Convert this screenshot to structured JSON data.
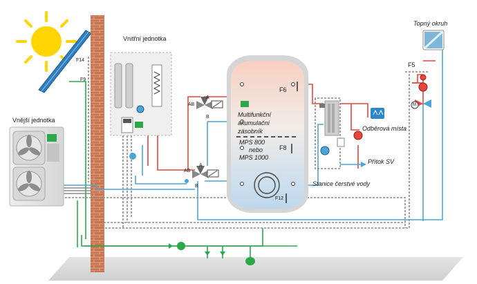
{
  "labels": {
    "outdoor_unit": "Vnější jednotka",
    "indoor_unit": "Vnitřní jednotka",
    "heating_circuit": "Topný okruh",
    "tank_desc_1": "Multifunkční",
    "tank_desc_2": "akumulační",
    "tank_desc_3": "zásobník",
    "tank_model_1": "MPS 800",
    "tank_model_2": "nebo",
    "tank_model_3": "MPS 1000",
    "freshwater_station": "Stanice čerstvé vody",
    "draw_off_points": "Odběrová místa",
    "cold_water_inlet": "Přítok SV"
  },
  "sensors": {
    "f14": "F14",
    "f9": "F9",
    "f6": "F6",
    "f8": "F8",
    "f12": "F12",
    "f5": "F5"
  },
  "valve_ports": {
    "upper_ab": "AB",
    "upper_a": "A",
    "upper_b": "B",
    "lower_ab": "AB",
    "lower_a": "A",
    "lower_b": "B"
  },
  "pump_label": "M",
  "colors": {
    "hot_pipe": "#e8453c",
    "cold_pipe": "#4aa6d6",
    "green_pipe": "#2aa84a",
    "brick": "#c6704a",
    "tank_top": "#f4c8b8",
    "tank_bottom": "#c4def0",
    "sun": "#ffd400",
    "solar_panel": "#2f7fc0"
  }
}
